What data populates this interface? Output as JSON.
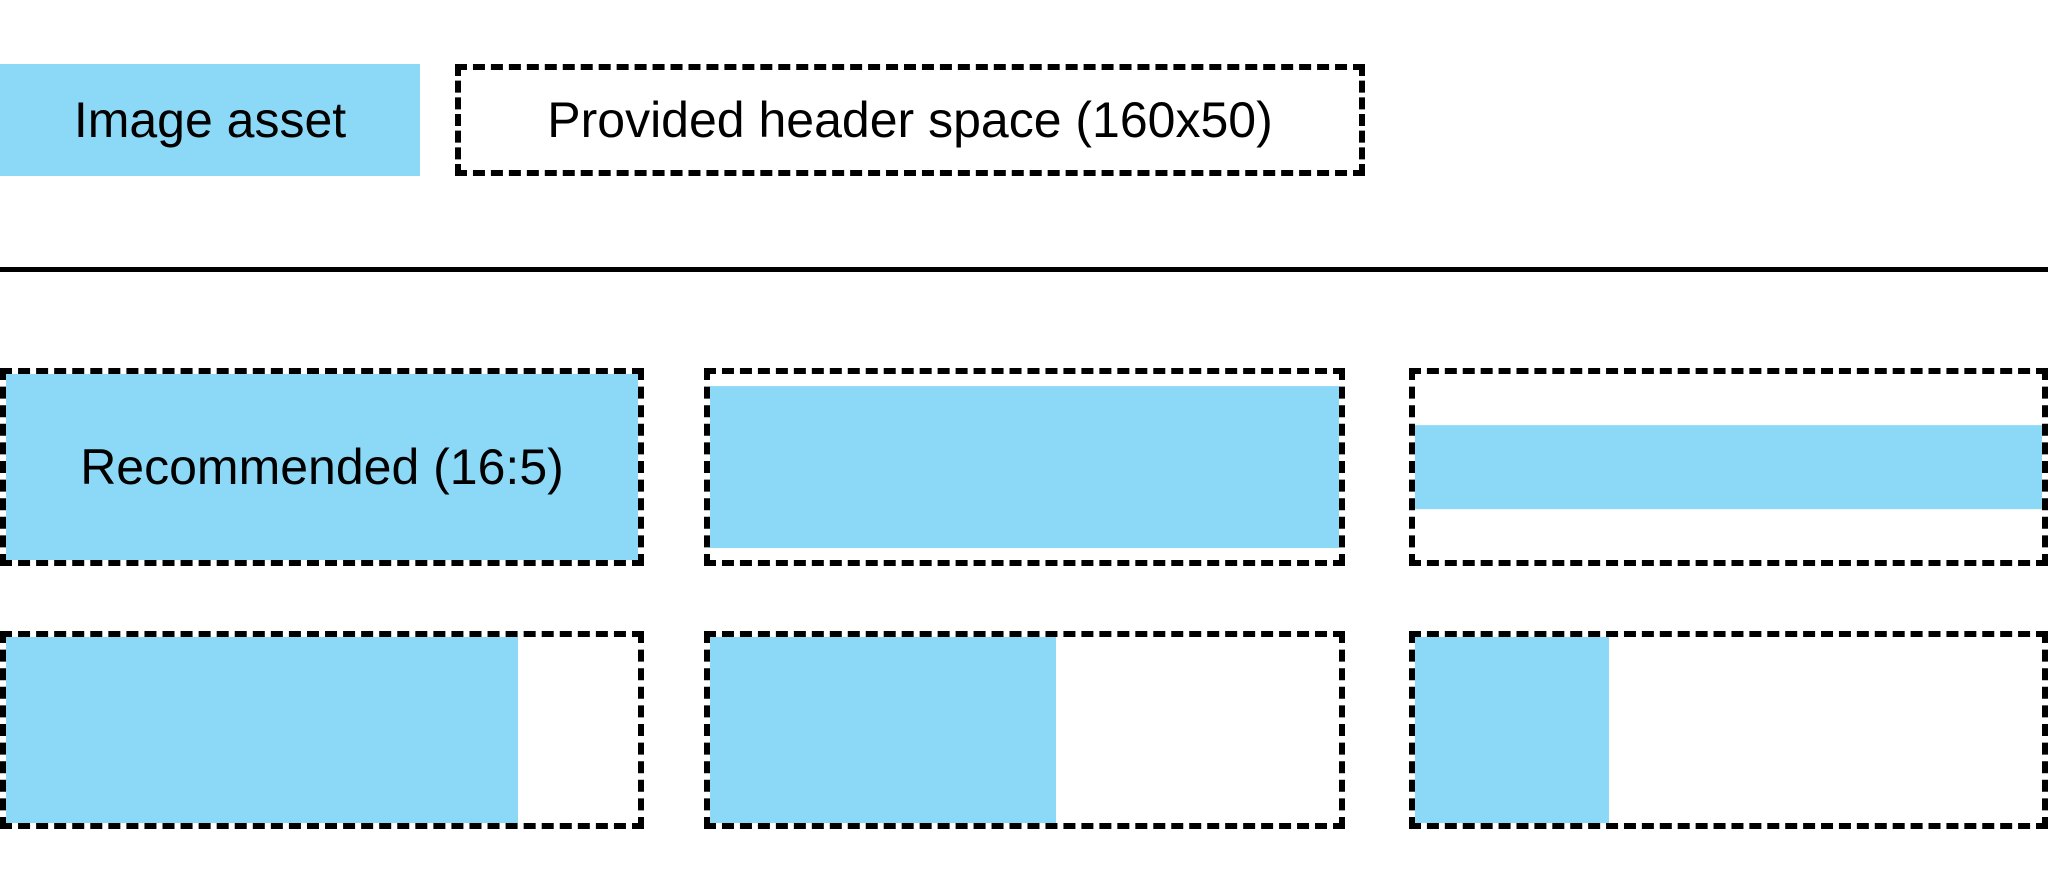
{
  "diagram": {
    "legend": {
      "image_asset": {
        "label": "Image asset"
      },
      "header_space": {
        "label": "Provided header space (160x50)"
      }
    },
    "examples": {
      "grid": [
        {
          "id": "recommended-16-5",
          "label": "Recommended (16:5)",
          "fill": {
            "width": "100%",
            "height": "100%"
          }
        },
        {
          "id": "wide-letterbox",
          "label": "",
          "fill": {
            "width": "100%",
            "height": "87%"
          }
        },
        {
          "id": "extra-wide-letterbox",
          "label": "",
          "fill": {
            "width": "100%",
            "height": "45%"
          }
        },
        {
          "id": "pillarbox-large",
          "label": "",
          "fill": {
            "width": "81%",
            "height": "100%"
          }
        },
        {
          "id": "pillarbox-medium",
          "label": "",
          "fill": {
            "width": "55%",
            "height": "100%"
          }
        },
        {
          "id": "pillarbox-small",
          "label": "",
          "fill": {
            "width": "31%",
            "height": "100%"
          }
        }
      ]
    },
    "colors": {
      "image_asset": "#8CD9F7",
      "outline": "#000000",
      "text": "#000000"
    }
  }
}
